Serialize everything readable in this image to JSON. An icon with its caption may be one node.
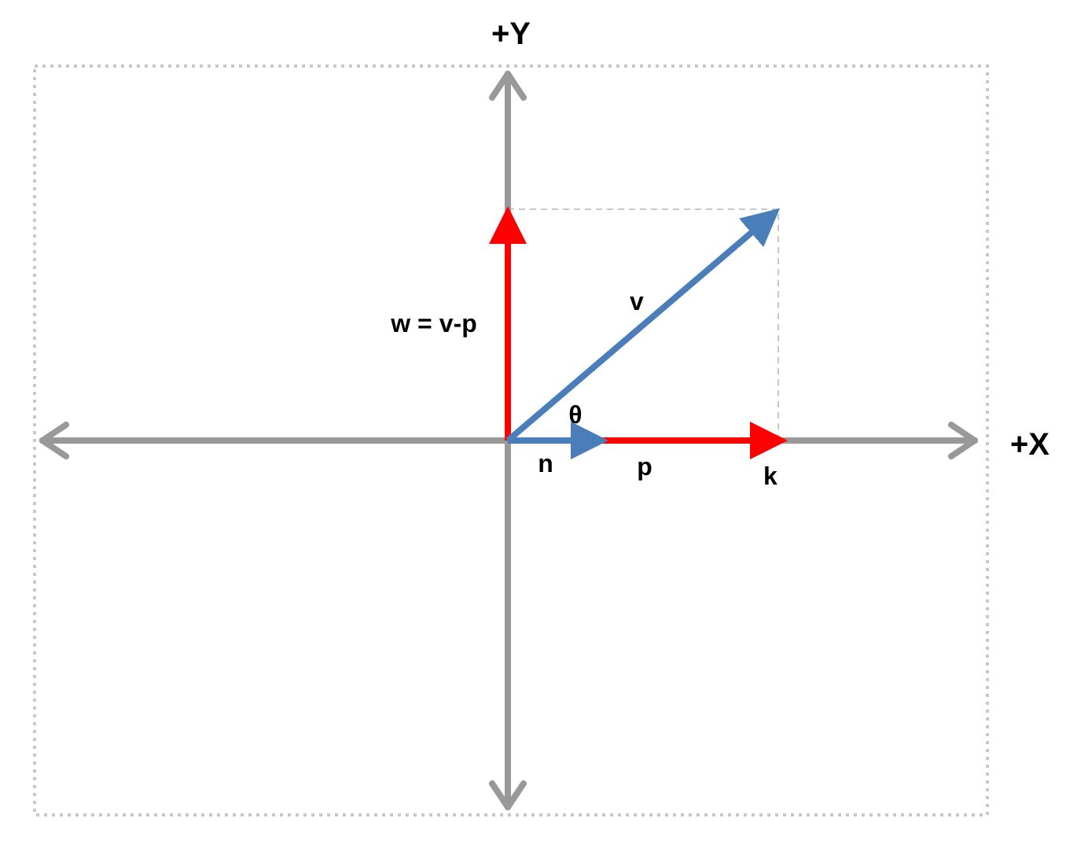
{
  "diagram": {
    "labels": [
      "+Y",
      "w = v-p",
      "v",
      "θ",
      "+X",
      "n",
      "p",
      "k"
    ]
  }
}
